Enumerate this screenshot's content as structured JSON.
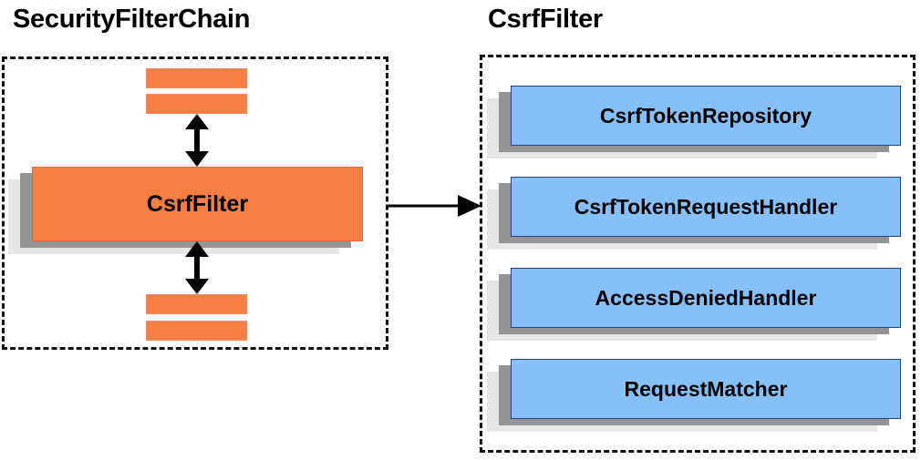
{
  "diagram": {
    "background": "#ffffff",
    "colors": {
      "orange_fill": "#F57E42",
      "orange_border": "#E8653A",
      "blue_fill": "#85C0F9",
      "blue_border": "#2C3E8F",
      "shadow_dark": "#949494",
      "shadow_light": "#e6e6e6",
      "line": "#000000",
      "dashed_border": "#111111"
    },
    "left_panel": {
      "title": "SecurityFilterChain",
      "main_component": "CsrfFilter",
      "top_bars": [
        "",
        ""
      ],
      "bottom_bars": [
        "",
        ""
      ],
      "arrows": [
        "bidirectional-vertical-top",
        "bidirectional-vertical-bottom"
      ]
    },
    "right_panel": {
      "title": "CsrfFilter",
      "components": [
        {
          "label": "CsrfTokenRepository"
        },
        {
          "label": "CsrfTokenRequestHandler"
        },
        {
          "label": "AccessDeniedHandler"
        },
        {
          "label": "RequestMatcher"
        }
      ]
    },
    "connector": {
      "type": "arrow-right",
      "from": "SecurityFilterChain",
      "to": "CsrfFilter"
    }
  }
}
